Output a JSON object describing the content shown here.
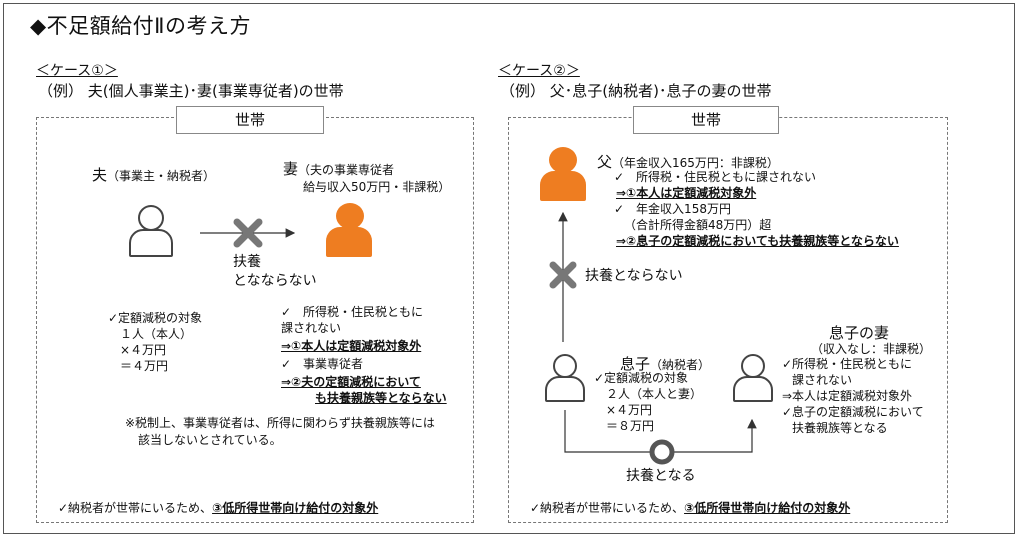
{
  "title": "◆不足額給付Ⅱの考え方",
  "case1": {
    "label": "＜ケース①＞",
    "heading": "（例） 夫(個人事業主)･妻(事業専従者)の世帯",
    "box_label": "世帯",
    "husband_name": "夫",
    "husband_note": "（事業主・納税者）",
    "wife_name": "妻",
    "wife_note1": "（夫の事業専従者",
    "wife_note2": "給与収入50万円・非課税）",
    "no_dep1": "扶養",
    "no_dep2": "となならない",
    "left_block": [
      "✓定額減税の対象",
      "１人（本人）",
      "×４万円",
      "＝４万円"
    ],
    "right_line1": "✓　所得税・住民税ともに",
    "right_line2": "課されない",
    "right_line3": "⇒①本人は定額減税対象外",
    "right_line4": "✓　事業専従者",
    "right_line5": "⇒②夫の定額減税において",
    "right_line6": "も扶養親族等とならない",
    "note1": "※税制上、事業専従者は、所得に関わらず扶養親族等には",
    "note2": "該当しないとされている。",
    "footer_prefix": "✓納税者が世帯にいるため、",
    "footer_highlight": "③低所得世帯向け給付の対象外"
  },
  "case2": {
    "label": "＜ケース②＞",
    "heading": "（例） 父･息子(納税者)･息子の妻の世帯",
    "box_label": "世帯",
    "father_name": "父",
    "father_note": "（年金収入165万円：非課税）",
    "father_line1": "✓　所得税・住民税ともに課されない",
    "father_line2": "⇒①本人は定額減税対象外",
    "father_line3": "✓　年金収入158万円",
    "father_line4": "（合計所得金額48万円）超",
    "father_line5": "⇒②息子の定額減税においても扶養親族等とならない",
    "no_dep": "扶養とならない",
    "son_name": "息子",
    "son_note": "（納税者）",
    "son_block": [
      "✓定額減税の対象",
      "２人（本人と妻）",
      "×４万円",
      "＝８万円"
    ],
    "wife_name": "息子の妻",
    "wife_note": "（収入なし：非課税）",
    "wife_block": [
      "✓所得税・住民税ともに",
      "課されない",
      "⇒本人は定額減税対象外",
      "✓息子の定額減税において",
      "扶養親族等となる"
    ],
    "dep_label": "扶養となる",
    "footer_prefix": "✓納税者が世帯にいるため、",
    "footer_highlight": "③低所得世帯向け給付の対象外"
  },
  "colors": {
    "orange": "#ee7d21",
    "cross": "#777777",
    "circle": "#555555"
  }
}
